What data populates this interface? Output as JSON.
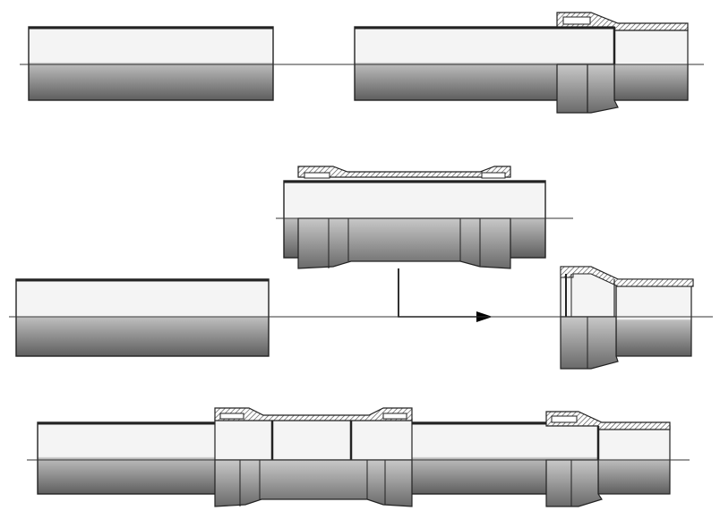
{
  "figure": {
    "description_text": "",
    "colors": {
      "background": "#ffffff",
      "outline": "#222222",
      "wall_hatch": "#555555",
      "pipe_light": "#f4f4f4",
      "pipe_shade_top": "#bdbdbd",
      "pipe_shade_bottom": "#5e5e5e",
      "axis_line": "#333333",
      "arrow": "#000000"
    },
    "rows": [
      {
        "id": "row-1",
        "parts": [
          "pipe-spigot",
          "pipe-with-socket"
        ]
      },
      {
        "id": "row-2",
        "parts": [
          "double-socket-coupling",
          "pipe-spigot",
          "socket-fitting",
          "arrow"
        ]
      },
      {
        "id": "row-3",
        "parts": [
          "pipe-spigot",
          "double-socket-coupling",
          "pipe-spigot",
          "pipe-with-socket"
        ]
      }
    ],
    "icons": [
      "arrow-right-icon"
    ]
  }
}
